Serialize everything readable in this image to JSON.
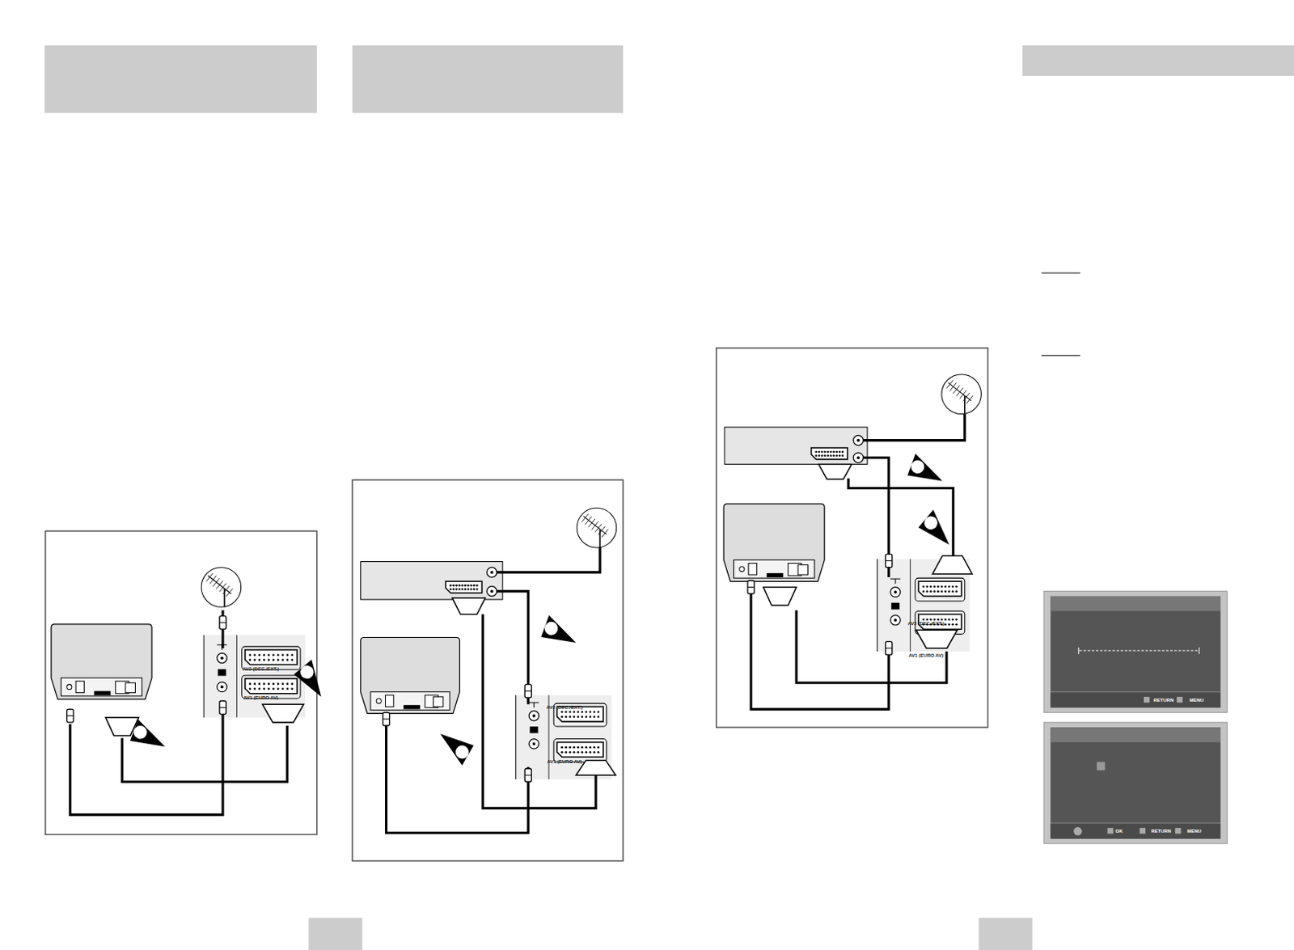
{
  "diagram": {
    "labels": [
      "AV2 (DEC./EXT.)",
      "AV1 (EURO AV)",
      "AV2 (DEC./EXT.)",
      "AV1 (EURO AV)",
      "AV2 (DEC./EXT.)",
      "AV1 (EURO AV)",
      "RETURN",
      "MENU",
      "OK",
      "RETURN",
      "MENU"
    ]
  }
}
